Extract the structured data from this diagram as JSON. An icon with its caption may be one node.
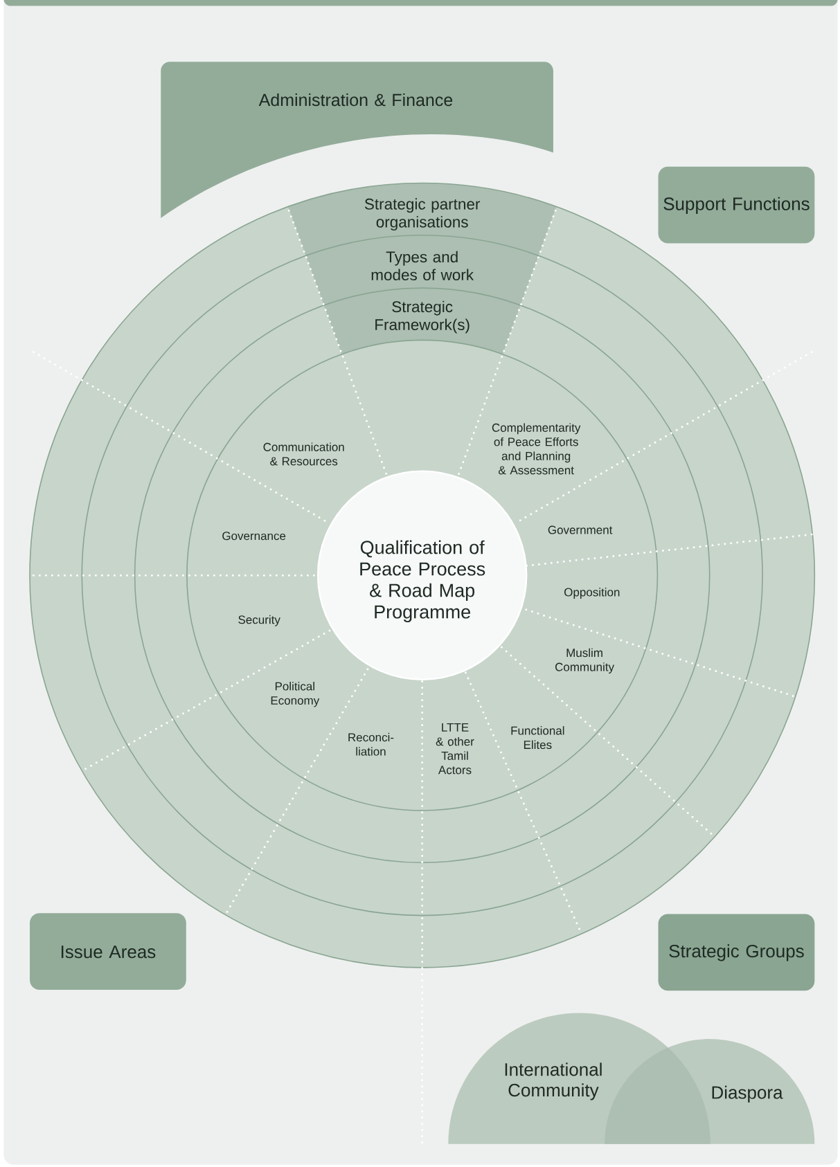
{
  "diagram": {
    "nodes": [
      {
        "text": [
          "Administration & Finance"
        ]
      },
      {
        "text": [
          "Support Functions"
        ]
      },
      {
        "text": [
          "Strategic partner organisations"
        ]
      },
      {
        "text": [
          "Types and modes of work"
        ]
      },
      {
        "text": [
          "Strategic Framework(s)"
        ]
      },
      {
        "text": [
          "Qualification of Peace Process & Road Map Programme"
        ]
      },
      {
        "text": [
          "Issue Areas"
        ]
      },
      {
        "text": [
          "Strategic Groups"
        ]
      },
      {
        "text": [
          "International Community"
        ]
      },
      {
        "text": [
          "Diaspora"
        ]
      }
    ],
    "labels": [
      "Complementarity of Peace Efforts and Planning & Assessment",
      "Communication & Resources",
      "Government",
      "Governance",
      "Opposition",
      "Security",
      "Muslim Community",
      "Political Economy",
      "Functional Elites",
      "Reconci-liation",
      "LTTE & other Tamil Actors"
    ]
  }
}
